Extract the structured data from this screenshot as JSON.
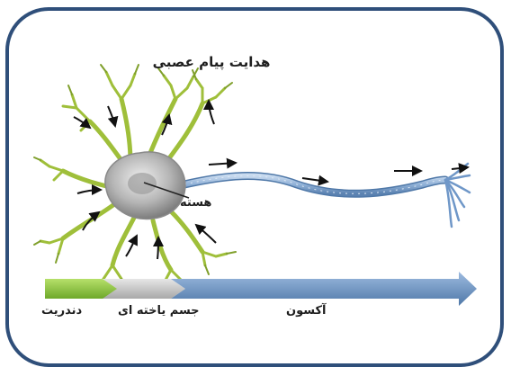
{
  "diagram": {
    "title": "هدایت پیام عصبی",
    "labels": {
      "nucleus": "هسته",
      "dendrite": "دندریت",
      "soma": "جسم یاخته ای",
      "axon": "آکسون"
    },
    "colors": {
      "frame_border": "#2f4f7a",
      "dendrite": "#9fbf3a",
      "dendrite_dark": "#6f8f1a",
      "soma": "#b9b9b9",
      "axon": "#8fb0d6",
      "axon_dark": "#4f78a8",
      "bar_dendrite": "#8ec63f",
      "bar_soma": "#c6c6c6",
      "bar_axon": "#6f97c8",
      "arrow": "#111111"
    }
  }
}
